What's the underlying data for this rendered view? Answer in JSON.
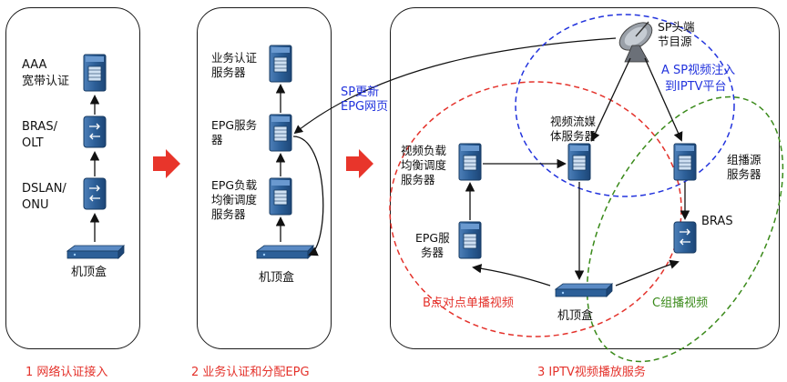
{
  "panel1": {
    "aaa": "AAA",
    "aaa2": "宽带认证",
    "bras": "BRAS/",
    "olt": "OLT",
    "dslan": "DSLAN/",
    "onu": "ONU",
    "stb": "机顶盒"
  },
  "panel2": {
    "auth": "业务认证",
    "auth2": "服务器",
    "epg": "EPG服务",
    "epg2": "器",
    "lb": "EPG负载",
    "lb2": "均衡调度",
    "lb3": "服务器",
    "stb": "机顶盒"
  },
  "sp_update": "SP更新",
  "sp_update2": "EPG网页",
  "panel3": {
    "sp_head": "SP头端",
    "sp_head2": "节目源",
    "vod_lb": "视频负载",
    "vod_lb2": "均衡调度",
    "vod_lb3": "服务器",
    "stream": "视频流媒",
    "stream2": "体服务器",
    "mcast": "组播源",
    "mcast2": "服务器",
    "epg": "EPG服",
    "epg2": "务器",
    "bras": "BRAS",
    "stb": "机顶盒",
    "a_label": "A SP视频注入",
    "a_label2": "到IPTV平台",
    "b_label": "B点对点单播视频",
    "c_label": "C组播视频"
  },
  "captions": {
    "c1": "1 网络认证接入",
    "c2": "2  业务认证和分配EPG",
    "c3": "3 IPTV视频播放服务"
  },
  "colors": {
    "caption": "#e4322b",
    "blue_circle": "#2233dd",
    "red_circle": "#e4322b",
    "green_circle": "#3a8a1a",
    "device": "#1f4f86"
  }
}
